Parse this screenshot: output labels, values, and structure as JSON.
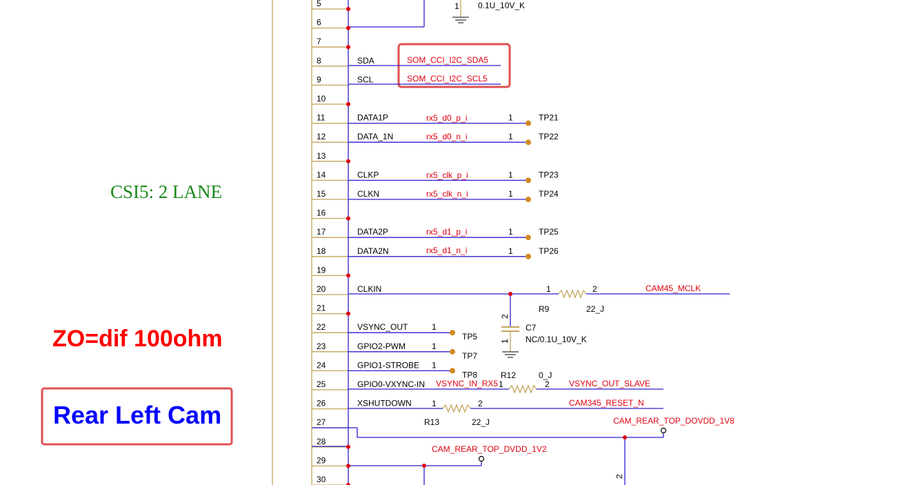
{
  "notes": {
    "csi_label": "CSI5: 2 LANE",
    "impedance": "ZO=dif 100ohm",
    "cam_title": "Rear Left Cam"
  },
  "pins": [
    {
      "num": "5",
      "name": ""
    },
    {
      "num": "6",
      "name": ""
    },
    {
      "num": "7",
      "name": ""
    },
    {
      "num": "8",
      "name": "SDA"
    },
    {
      "num": "9",
      "name": "SCL"
    },
    {
      "num": "10",
      "name": ""
    },
    {
      "num": "11",
      "name": "DATA1P"
    },
    {
      "num": "12",
      "name": "DATA_1N"
    },
    {
      "num": "13",
      "name": ""
    },
    {
      "num": "14",
      "name": "CLKP"
    },
    {
      "num": "15",
      "name": "CLKN"
    },
    {
      "num": "16",
      "name": ""
    },
    {
      "num": "17",
      "name": "DATA2P"
    },
    {
      "num": "18",
      "name": "DATA2N"
    },
    {
      "num": "19",
      "name": ""
    },
    {
      "num": "20",
      "name": "CLKIN"
    },
    {
      "num": "21",
      "name": ""
    },
    {
      "num": "22",
      "name": "VSYNC_OUT"
    },
    {
      "num": "23",
      "name": "GPIO2-PWM"
    },
    {
      "num": "24",
      "name": "GPIO1-STROBE"
    },
    {
      "num": "25",
      "name": "GPIO0-VXYNC-IN"
    },
    {
      "num": "26",
      "name": "XSHUTDOWN"
    },
    {
      "num": "27",
      "name": ""
    },
    {
      "num": "28",
      "name": ""
    },
    {
      "num": "29",
      "name": ""
    },
    {
      "num": "30",
      "name": ""
    }
  ],
  "nets": {
    "sda": "SOM_CCI_I2C_SDA5",
    "scl": "SOM_CCI_I2C_SCL5",
    "d0p": "rx5_d0_p_i",
    "d0n": "rx5_d0_n_i",
    "clkp": "rx5_clk_p_i",
    "clkn": "rx5_clk_n_i",
    "d1p": "rx5_d1_p_i",
    "d1n": "rx5_d1_n_i",
    "mclk": "CAM45_MCLK",
    "vsync_in": "VSYNC_IN_RX5",
    "vsync_out_slave": "VSYNC_OUT_SLAVE",
    "reset": "CAM345_RESET_N",
    "dovdd": "CAM_REAR_TOP_DOVDD_1V8",
    "dvdd": "CAM_REAR_TOP_DVDD_1V2"
  },
  "testpoints": [
    {
      "pin": "1",
      "ref": "TP21"
    },
    {
      "pin": "1",
      "ref": "TP22"
    },
    {
      "pin": "1",
      "ref": "TP23"
    },
    {
      "pin": "1",
      "ref": "TP24"
    },
    {
      "pin": "1",
      "ref": "TP25"
    },
    {
      "pin": "1",
      "ref": "TP26"
    },
    {
      "pin": "1",
      "ref": "TP5"
    },
    {
      "pin": "1",
      "ref": "TP7"
    },
    {
      "pin": "1",
      "ref": "TP8"
    }
  ],
  "components": {
    "cap_top_value": "0.1U_10V_K",
    "cap_top_pin": "1",
    "r9_ref": "R9",
    "r9_value": "22_J",
    "r9_pin1": "1",
    "r9_pin2": "2",
    "c7_ref": "C7",
    "c7_value": "NC/0.1U_10V_K",
    "c7_pin_top": "2",
    "c7_pin_bot": "1",
    "r12_ref": "R12",
    "r12_value": "0_J",
    "r12_pin1": "1",
    "r12_pin2": "2",
    "r13_ref": "R13",
    "r13_value": "22_J",
    "r13_pin1": "1",
    "r13_pin2": "2",
    "bottom_pin": "2"
  },
  "colors": {
    "wire": "#2b1fd0",
    "net_label": "#e0000f",
    "pin_line": "#c4a35a",
    "highlight": "#e05050",
    "junction": "#e0000f",
    "testpoint": "#d08a20"
  }
}
